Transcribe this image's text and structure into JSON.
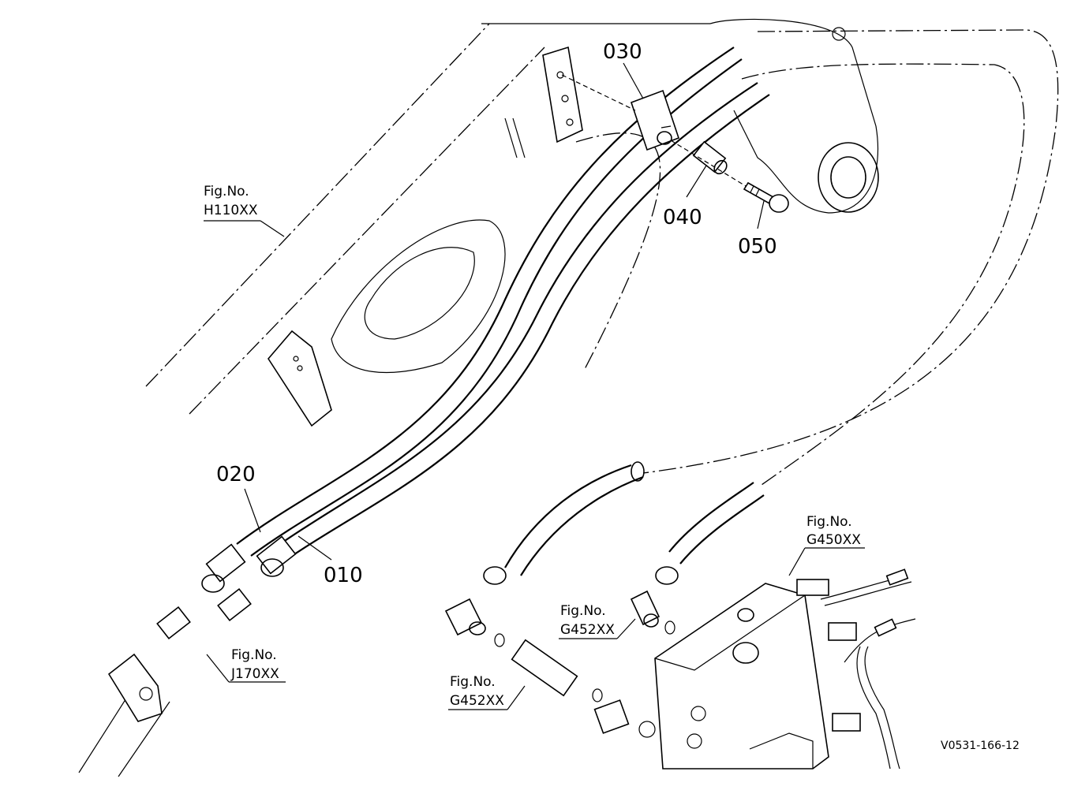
{
  "parts": {
    "p010": "010",
    "p020": "020",
    "p030": "030",
    "p040": "040",
    "p050": "050"
  },
  "figure_refs": {
    "h110": {
      "caption": "Fig.No.",
      "code": "H110XX"
    },
    "j170": {
      "caption": "Fig.No.",
      "code": "J170XX"
    },
    "g450": {
      "caption": "Fig.No.",
      "code": "G450XX"
    },
    "g452_upper": {
      "caption": "Fig.No.",
      "code": "G452XX"
    },
    "g452_lower": {
      "caption": "Fig.No.",
      "code": "G452XX"
    }
  },
  "drawing_code": "V0531-166-12"
}
